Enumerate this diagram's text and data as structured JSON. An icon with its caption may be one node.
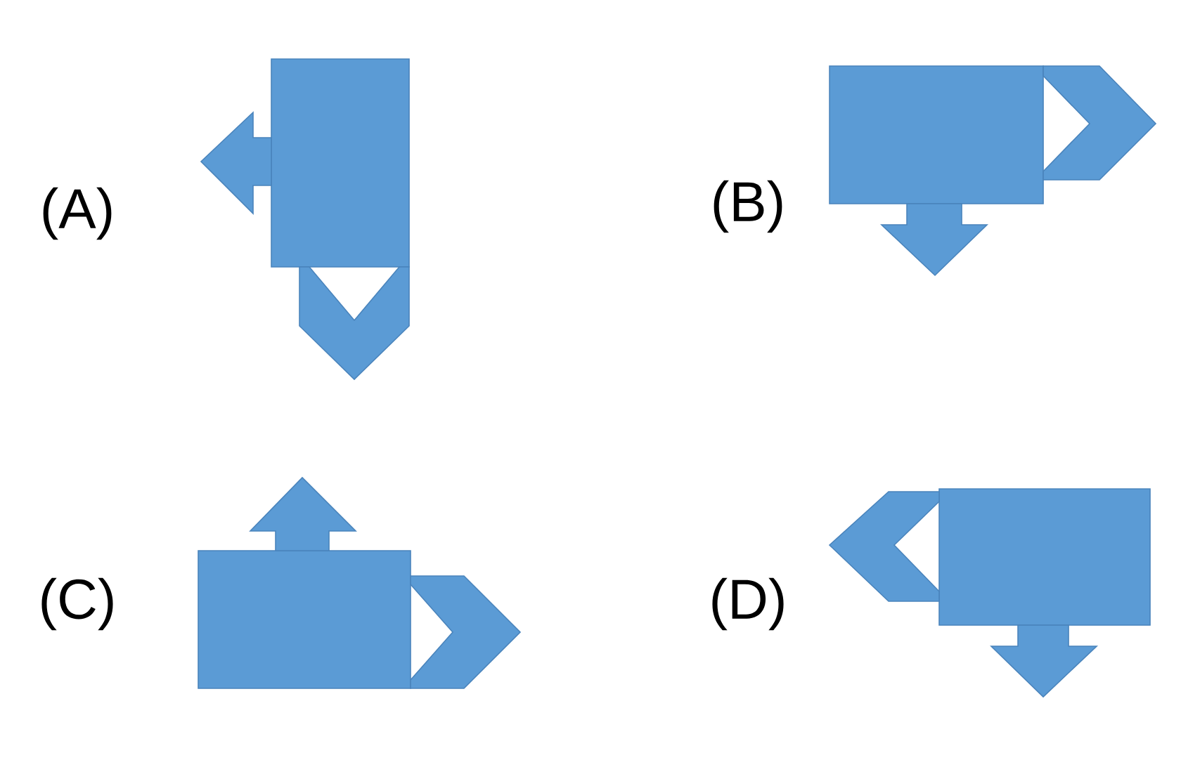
{
  "diagram": {
    "labels": [
      "(A)",
      "(B)",
      "(C)",
      "(D)"
    ]
  }
}
